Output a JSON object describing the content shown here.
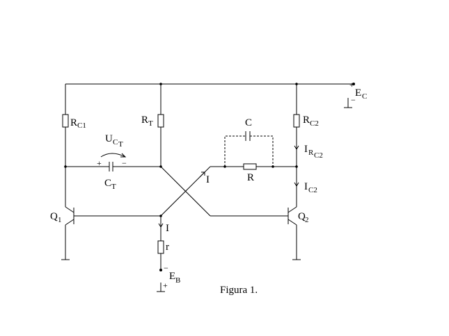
{
  "labels": {
    "rc1_main": "R",
    "rc1_sub": "C1",
    "rt_main": "R",
    "rt_sub": "T",
    "rc2_main": "R",
    "rc2_sub": "C2",
    "ec_main": "E",
    "ec_sub": "C",
    "ec_plus": "+",
    "ec_minus": "−",
    "uct_main": "U",
    "uct_sub": "C",
    "uct_subsub": "T",
    "ct_main": "C",
    "ct_sub": "T",
    "ct_plus": "+",
    "ct_minus": "−",
    "c_label": "C",
    "r_label": "R",
    "i_right": "I",
    "irc2_main": "I",
    "irc2_sub": "R",
    "irc2_subsub": "C2",
    "ic2_main": "I",
    "ic2_sub": "C2",
    "q1_main": "Q",
    "q1_sub": "1",
    "q2_main": "Q",
    "q2_sub": "2",
    "i_bottom": "I",
    "r_small": "r",
    "eb_main": "E",
    "eb_sub": "B",
    "eb_minus": "−",
    "eb_plus": "+"
  },
  "caption": "Figura 1."
}
